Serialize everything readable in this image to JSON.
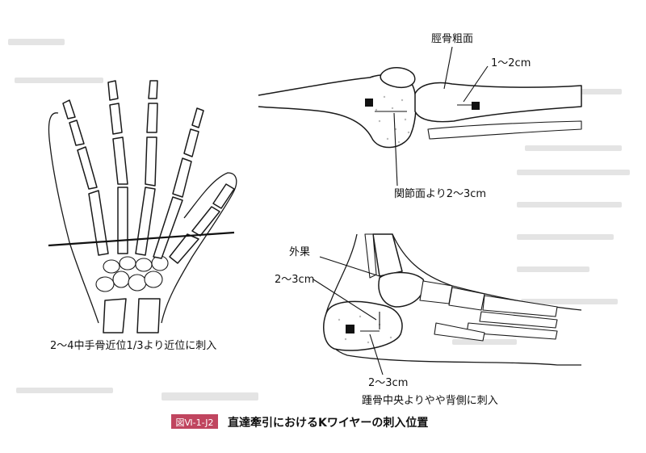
{
  "labels": {
    "hand": "2〜4中手骨近位1/3より近位に刺入",
    "tibial_tuberosity": "脛骨粗面",
    "tibia_distance": "1〜2cm",
    "femur_distance": "関節面より2〜3cm",
    "lateral_malleolus": "外果",
    "calcaneus_vertical": "2〜3cm",
    "calcaneus_horizontal": "2〜3cm",
    "calcaneus_site": "踵骨中央よりやや背側に刺入"
  },
  "caption": {
    "figure_id": "図Ⅵ-1-J2",
    "title": "直達牽引におけるKワイヤーの刺入位置"
  },
  "colors": {
    "figure_id_bg": "#c0455f",
    "line": "#1a1a1a",
    "marker": "#111111"
  }
}
